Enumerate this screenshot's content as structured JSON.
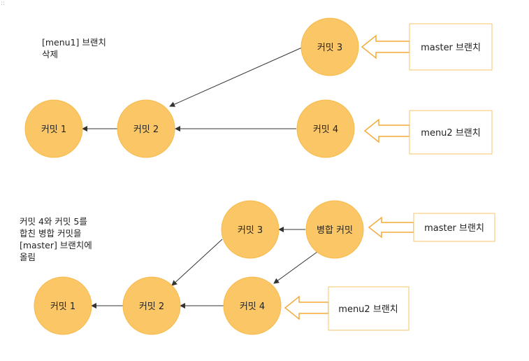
{
  "top_diagram": {
    "note_lines": [
      "[menu1] 브랜치",
      "삭제"
    ],
    "nodes": [
      "커밋 1",
      "커밋 2",
      "커밋 3",
      "커밋 4"
    ],
    "branch_labels": [
      "master 브랜치",
      "menu2 브랜치"
    ]
  },
  "bottom_diagram": {
    "note_lines": [
      "커밋 4와  커밋 5를",
      "합친 병합 커밋을",
      "[master] 브랜치에",
      "올림"
    ],
    "nodes": [
      "커밋 1",
      "커밋 2",
      "커밋 3",
      "커밋 4",
      "병합 커밋"
    ],
    "branch_labels": [
      "master 브랜치",
      "menu2 브랜치"
    ]
  },
  "colors": {
    "node_fill": "#FBC766",
    "node_stroke": "#F7B94A",
    "arrow_stroke": "#F4AB3A",
    "edge_line": "#333333",
    "label_box_border": "#F4C56A"
  }
}
